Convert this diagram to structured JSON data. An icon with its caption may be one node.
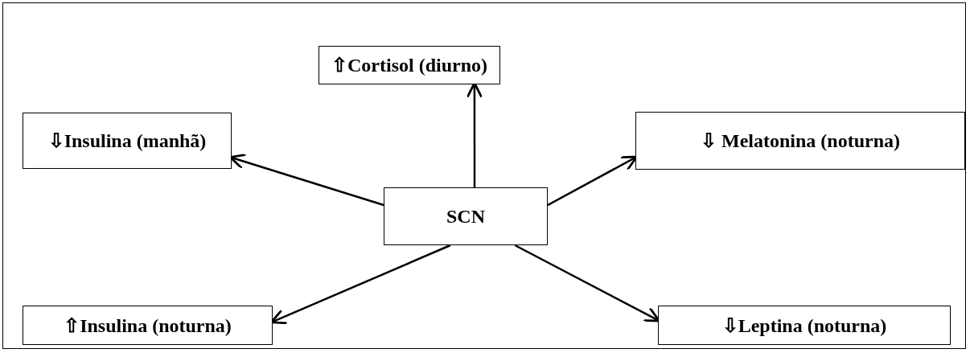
{
  "diagram": {
    "nodes": [
      {
        "text": [
          "⇧Cortisol (diurno)"
        ]
      },
      {
        "text": [
          "⇩Insulina (manhã)"
        ]
      },
      {
        "text": [
          "⇩ Melatonina (noturna)"
        ]
      },
      {
        "text": [
          "SCN"
        ]
      },
      {
        "text": [
          "⇧Insulina (noturna)"
        ]
      },
      {
        "text": [
          "⇩Leptina (noturna)"
        ]
      }
    ],
    "edges": [
      {
        "from": 3,
        "to": 0,
        "arrow": "to"
      },
      {
        "from": 3,
        "to": 1,
        "arrow": "to"
      },
      {
        "from": 3,
        "to": 2,
        "arrow": "to"
      },
      {
        "from": 3,
        "to": 4,
        "arrow": "to"
      },
      {
        "from": 3,
        "to": 5,
        "arrow": "to"
      }
    ]
  }
}
